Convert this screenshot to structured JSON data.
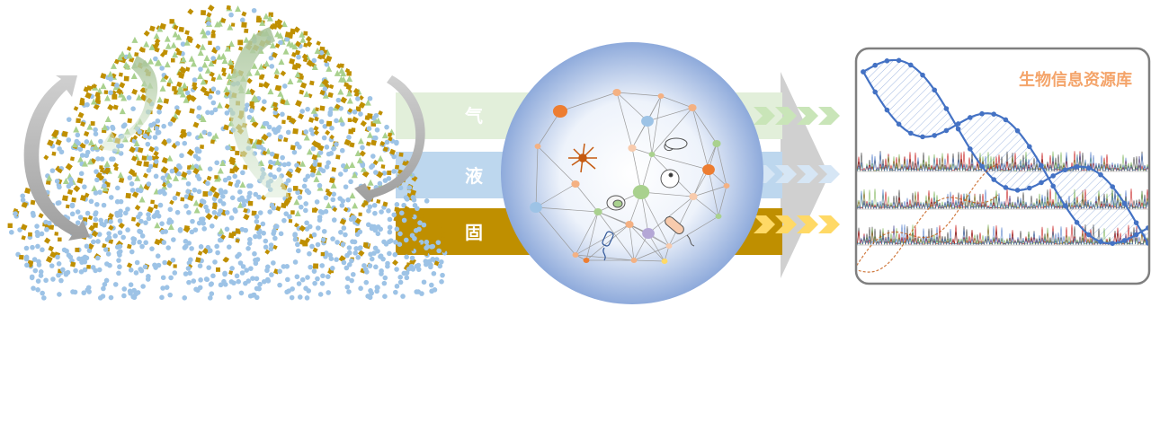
{
  "bands": [
    {
      "label": "气",
      "color": "#e2efda",
      "chevron_color": "#c9e5b8"
    },
    {
      "label": "液",
      "color": "#bdd7ee",
      "chevron_color": "#d6e6f5"
    },
    {
      "label": "固",
      "color": "#bf8f00",
      "chevron_color": "#ffd966"
    }
  ],
  "database_title": "生物信息资源库",
  "colors": {
    "soil_particle": "#bf8f00",
    "gas_particle": "#a9d18e",
    "liquid_particle": "#9dc3e6",
    "helix": "#4472c4",
    "panel_border": "#7f7f7f",
    "sphere_edge": "#8eaadb"
  }
}
